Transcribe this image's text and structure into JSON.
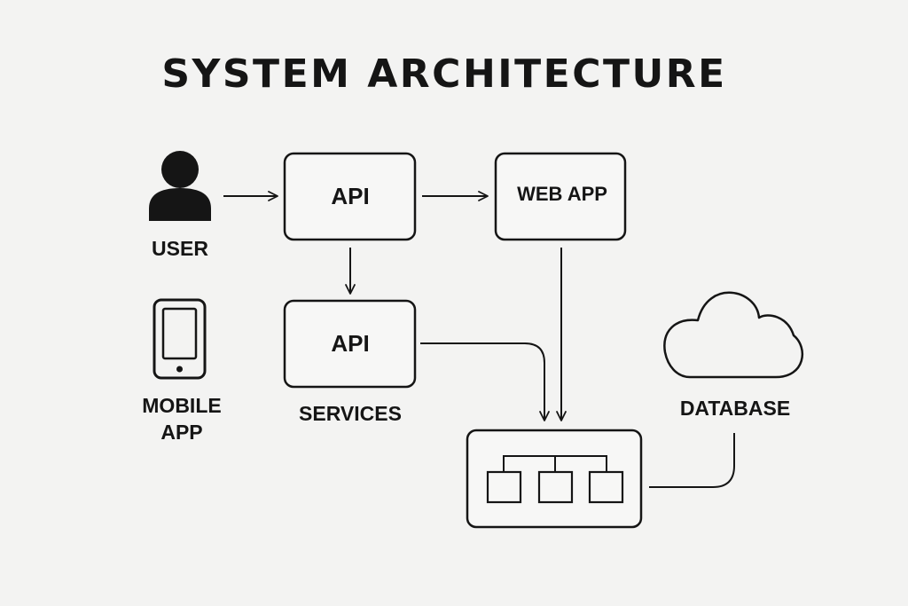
{
  "title": "SYSTEM ARCHITECTURE",
  "nodes": {
    "user": {
      "label": "USER",
      "icon": "user-icon"
    },
    "mobile_app": {
      "label_line1": "MOBILE",
      "label_line2": "APP",
      "icon": "smartphone-icon"
    },
    "api_gateway": {
      "label": "API"
    },
    "web_app": {
      "label": "WEB APP"
    },
    "api_services": {
      "label": "API",
      "caption": "SERVICES"
    },
    "cluster": {
      "icon": "server-cluster-icon"
    },
    "database": {
      "label": "DATABASE",
      "icon": "cloud-icon"
    }
  },
  "connections": [
    {
      "from": "user",
      "to": "api_gateway",
      "arrow": true
    },
    {
      "from": "api_gateway",
      "to": "web_app",
      "arrow": true
    },
    {
      "from": "api_gateway",
      "to": "api_services",
      "arrow": true
    },
    {
      "from": "api_services",
      "to": "cluster",
      "arrow": true
    },
    {
      "from": "web_app",
      "to": "cluster",
      "arrow": true
    },
    {
      "from": "cluster",
      "to": "database",
      "arrow": false
    }
  ],
  "colors": {
    "ink": "#151515",
    "background": "#f3f3f2",
    "box_fill": "#f7f7f6"
  }
}
